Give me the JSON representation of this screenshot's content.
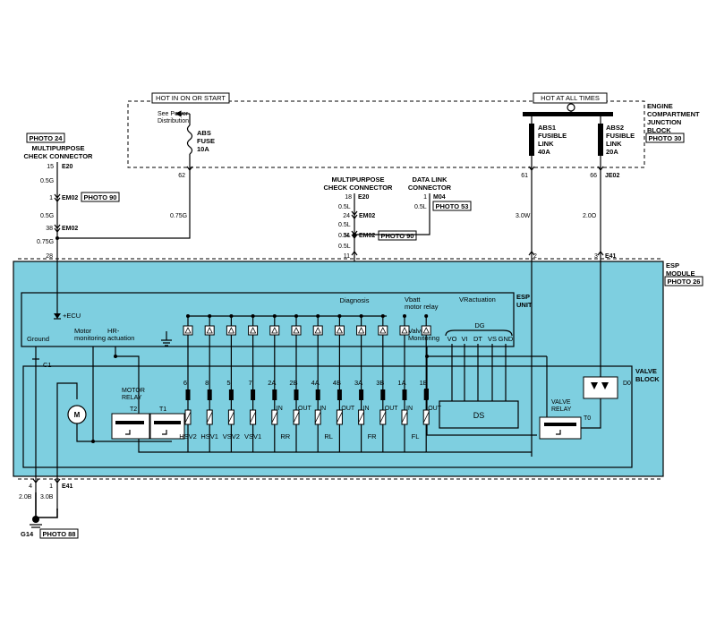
{
  "labels": {
    "hot_in_on_start": "HOT IN ON OR START",
    "hot_at_all_times": "HOT AT ALL TIMES",
    "see_power_1": "See Power",
    "see_power_2": "Distribution",
    "abs_fuse_1": "ABS",
    "abs_fuse_2": "FUSE",
    "abs_fuse_3": "10A",
    "abs1_1": "ABS1",
    "abs1_2": "FUSIBLE",
    "abs1_3": "LINK",
    "abs1_4": "40A",
    "abs2_1": "ABS2",
    "abs2_2": "FUSIBLE",
    "abs2_3": "LINK",
    "abs2_4": "20A",
    "ecjb_1": "ENGINE",
    "ecjb_2": "COMPARTMENT",
    "ecjb_3": "JUNCTION",
    "ecjb_4": "BLOCK",
    "photo_30": "PHOTO 30",
    "photo_24": "PHOTO 24",
    "mpcc_left_1": "MULTIPURPOSE",
    "mpcc_left_2": "CHECK CONNECTOR",
    "mpcc_mid_1": "MULTIPURPOSE",
    "mpcc_mid_2": "CHECK CONNECTOR",
    "dlc_1": "DATA LINK",
    "dlc_2": "CONNECTOR",
    "photo_53": "PHOTO 53",
    "photo_90a": "PHOTO 90",
    "photo_90b": "PHOTO 90",
    "esp_module_1": "ESP",
    "esp_module_2": "MODULE",
    "photo_26": "PHOTO 26",
    "esp_unit_1": "ESP",
    "esp_unit_2": "UNIT",
    "valve_block_1": "VALVE",
    "valve_block_2": "BLOCK",
    "diagnosis": "Diagnosis",
    "vbatt_1": "Vbatt",
    "vbatt_2": "motor relay",
    "vractuation": "VRactuation",
    "ecu": "+ECU",
    "motor_mon_1": "Motor",
    "motor_mon_2": "monitoring",
    "hr_1": "HR-",
    "hr_2": "actuation",
    "ground": "Ground",
    "valve_mon_1": "Valve",
    "valve_mon_2": "Monitoring",
    "dg": "DG",
    "vo": "VO",
    "vi": "VI",
    "dt": "DT",
    "vs": "VS",
    "gnd": "GND",
    "ds": "DS",
    "motor_relay_1": "MOTOR",
    "motor_relay_2": "RELAY",
    "t2": "T2",
    "t1": "T1",
    "valve_relay_1": "VALVE",
    "valve_relay_2": "RELAY",
    "t0": "T0",
    "d0": "D0",
    "c1": "C1",
    "motor": "M",
    "g14": "G14",
    "photo_88": "PHOTO 88"
  },
  "wires": {
    "w_05g_a": "0.5G",
    "w_05g_b": "0.5G",
    "w_075g_a": "0.75G",
    "w_075g_b": "0.75G",
    "w_05l_a": "0.5L",
    "w_05l_b": "0.5L",
    "w_05l_c": "0.5L",
    "w_05l_d": "0.5L",
    "w_05l_e": "0.5L",
    "w_30w": "3.0W",
    "w_20o": "2.0O",
    "w_20b": "2.0B",
    "w_30b": "3.0B"
  },
  "connectors": {
    "e20_left": "E20",
    "em02_a": "EM02",
    "em02_b": "EM02",
    "e20_mid": "E20",
    "em02_c": "EM02",
    "em02_d": "EM02",
    "m04": "M04",
    "je02": "JE02",
    "e41_top": "E41",
    "e41_bottom": "E41"
  },
  "pins": {
    "p15": "15",
    "p1a": "1",
    "p38": "38",
    "p28": "28",
    "p62": "62",
    "p18": "18",
    "p24": "24",
    "p34": "34",
    "p11": "11",
    "p1m": "1",
    "p61": "61",
    "p66": "66",
    "p2": "2",
    "p3": "3",
    "p4": "4",
    "p1g": "1"
  },
  "valves": [
    {
      "num": "6",
      "io": "",
      "group": "HSV2"
    },
    {
      "num": "8",
      "io": "",
      "group": "HSV1"
    },
    {
      "num": "5",
      "io": "",
      "group": "VSV2"
    },
    {
      "num": "7",
      "io": "",
      "group": "VSV1"
    },
    {
      "num": "2A",
      "io": "IN",
      "group": "RR"
    },
    {
      "num": "2B",
      "io": "OUT",
      "group": ""
    },
    {
      "num": "4A",
      "io": "IN",
      "group": "RL"
    },
    {
      "num": "4B",
      "io": "OUT",
      "group": ""
    },
    {
      "num": "3A",
      "io": "IN",
      "group": "FR"
    },
    {
      "num": "3B",
      "io": "OUT",
      "group": ""
    },
    {
      "num": "1A",
      "io": "IN",
      "group": "FL"
    },
    {
      "num": "1B",
      "io": "OUT",
      "group": ""
    }
  ],
  "colors": {
    "panel_fill": "#7ecfe0",
    "wire": "#000000",
    "white": "#ffffff"
  }
}
